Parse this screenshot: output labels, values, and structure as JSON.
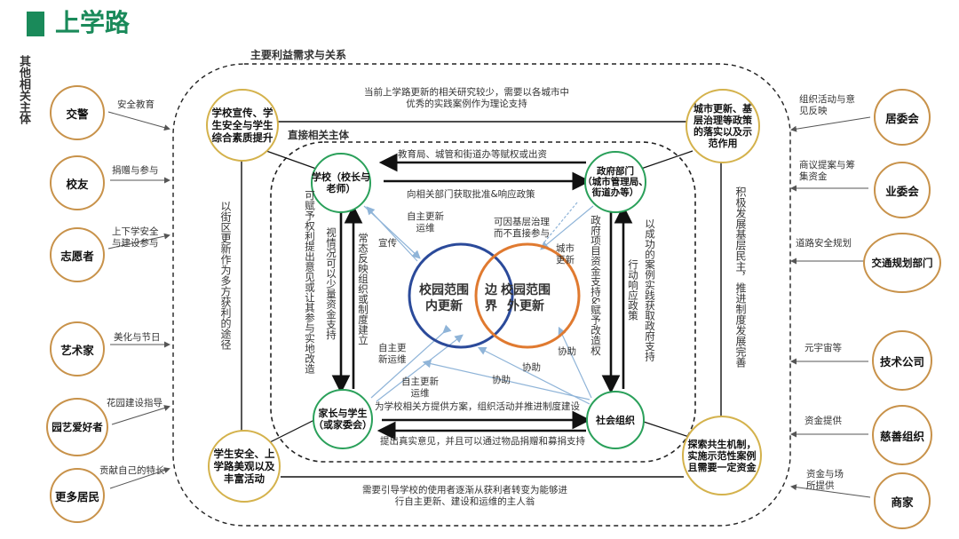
{
  "title": "上学路",
  "labels": {
    "outer_box": "主要利益需求与关系",
    "inner_box": "直接相关主体",
    "left_side": "其他相关主体"
  },
  "stakeholders_left": [
    {
      "name": "交警",
      "relation": "安全教育"
    },
    {
      "name": "校友",
      "relation": "捐赠与参与"
    },
    {
      "name": "志愿者",
      "relation": "上下学安全\n与建设参与"
    },
    {
      "name": "艺术家",
      "relation": "美化与节日"
    },
    {
      "name": "园艺爱好者",
      "relation": "花园建设指导"
    },
    {
      "name": "更多居民",
      "relation": "贡献自己的特长"
    }
  ],
  "stakeholders_right": [
    {
      "name": "居委会",
      "relation": "组织活动与意\n见反映"
    },
    {
      "name": "业委会",
      "relation": "商议提案与筹\n集资金"
    },
    {
      "name": "交通规划部门",
      "relation": "道路安全规划"
    },
    {
      "name": "技术公司",
      "relation": "元宇宙等"
    },
    {
      "name": "慈善组织",
      "relation": "资金提供"
    },
    {
      "name": "商家",
      "relation": "资金与场\n所提供"
    }
  ],
  "outcomes": {
    "top_left": "学校宣传、学\n生安全与学生\n综合素质提升",
    "top_right": "城市更新、基\n层治理等政策\n的落实以及示\n范作用",
    "bottom_left": "学生安全、上\n学路美观以及\n丰富活动",
    "bottom_right": "探索共生机制，\n实施示范性案例\n且需要一定资金"
  },
  "actors": {
    "school": "学校（校长与\n老师）",
    "government": "政府部门\n（城市管理局、\n街道办等）",
    "parents": "家长与学生\n（或家委会）",
    "social_org": "社会组织"
  },
  "center": {
    "inside": "校园范围\n内更新",
    "boundary": "边\n界",
    "outside": "校园范围\n外更新"
  },
  "relations": {
    "top_outer": "当前上学路更新的相关研究较少，需要以各城市中\n优秀的实践案例作为理论支持",
    "bottom_outer": "需要引导学校的使用者逐渐从获利者转变为能够进\n行自主更新、建设和运维的主人翁",
    "left_outer": "以街区更新作为多方获利的途径",
    "right_outer": "积极发展基层民主，推进制度发展完善",
    "gov_to_school": "教育局、城管和街道办等赋权或出资",
    "school_to_gov": "向相关部门获取批准&响应政策",
    "parents_org_top": "为学校相关方提供方案，组织活动并推进制度建设",
    "parents_org_bottom": "提出真实意见，并且可以通过物品捐赠和募捐支持",
    "school_parents_a": "可赋予权利提出意见或让其参与实地改造",
    "school_parents_b": "视情况可以少量资金支持",
    "parents_school": "常态反映组织或制度建立",
    "gov_org_a": "政府项目资金支持&赋予改造权",
    "org_gov": "行动响应政策",
    "gov_outer": "以成功的案例实践获取政府支持",
    "publicize": "宣传",
    "self_ops_top": "自主更新\n运维",
    "gov_governance": "可因基层治理\n而不直接参与",
    "city_update": "城市\n更新",
    "self_ops_mid": "自主更\n新运维",
    "self_ops_low": "自主更新\n运维",
    "assist_a": "协助",
    "assist_b": "协助",
    "assist_c": "协助"
  },
  "colors": {
    "brand_green": "#1a8a5a",
    "actor_ring": "#2aa05a",
    "hub_ring": "#d4b24c",
    "node_ring": "#c8924a",
    "inner_circle": "#2b4a9a",
    "outer_circle": "#e07a30",
    "arrow_blue": "#8fb4d8"
  }
}
